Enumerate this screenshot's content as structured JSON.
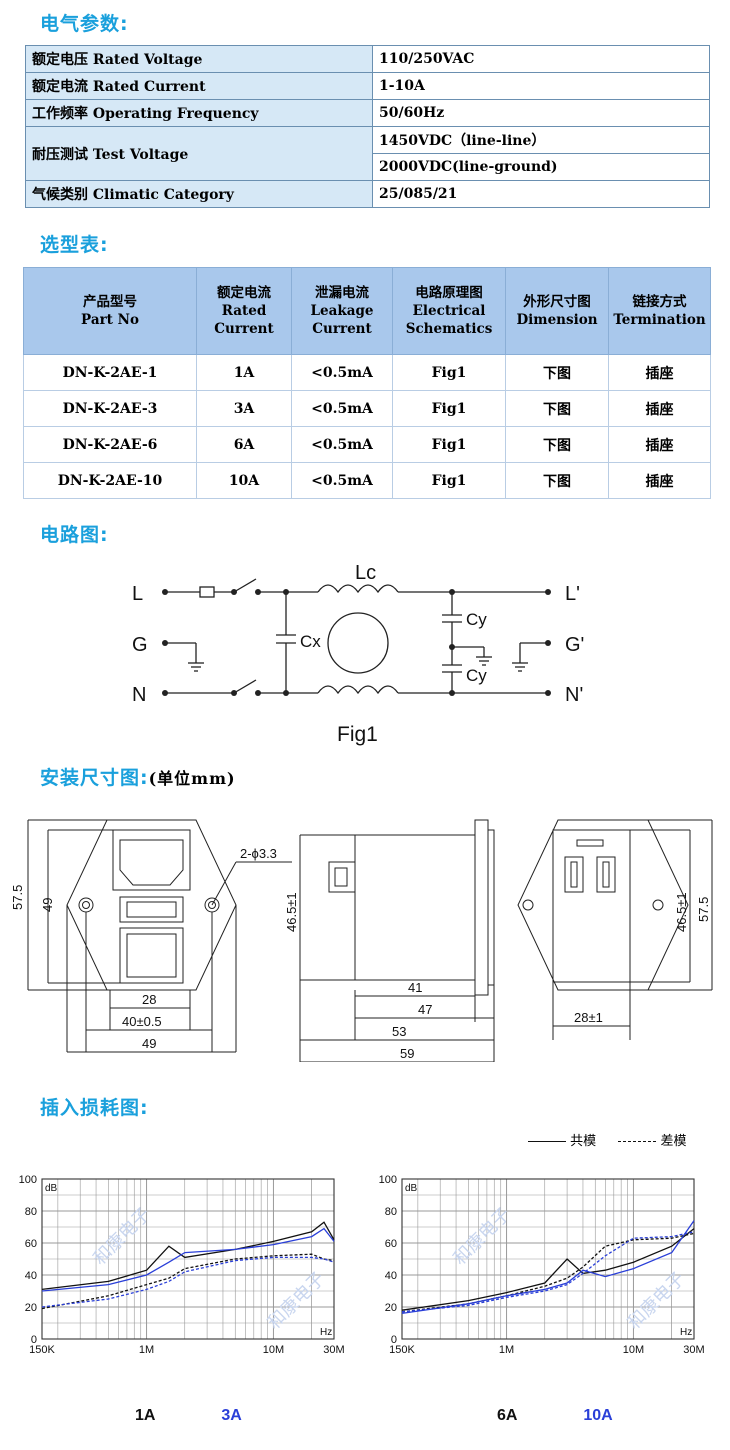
{
  "sections": {
    "params": "电气参数:",
    "selection": "选型表:",
    "circuit": "电路图:",
    "mounting": "安装尺寸图:",
    "mounting_unit": "(单位mm)",
    "insertion": "插入损耗图:"
  },
  "params": [
    {
      "label": "额定电压 Rated Voltage",
      "value": "110/250VAC"
    },
    {
      "label": "额定电流 Rated Current",
      "value": "1-10A"
    },
    {
      "label": "工作频率 Operating Frequency",
      "value": "50/60Hz"
    },
    {
      "label": "耐压测试 Test Voltage",
      "value": "1450VDC（line-line）",
      "value2": "2000VDC(line-ground)"
    },
    {
      "label": "气候类别 Climatic Category",
      "value": "25/085/21"
    }
  ],
  "selection_table": {
    "headers": [
      {
        "cn": "产品型号",
        "en1": "Part No",
        "en2": ""
      },
      {
        "cn": "额定电流",
        "en1": "Rated",
        "en2": "Current"
      },
      {
        "cn": "泄漏电流",
        "en1": "Leakage",
        "en2": "Current"
      },
      {
        "cn": "电路原理图",
        "en1": "Electrical",
        "en2": "Schematics"
      },
      {
        "cn": "外形尺寸图",
        "en1": "Dimension",
        "en2": ""
      },
      {
        "cn": "链接方式",
        "en1": "Termination",
        "en2": ""
      }
    ],
    "rows": [
      [
        "DN-K-2AE-1",
        "1A",
        "<0.5mA",
        "Fig1",
        "下图",
        "插座"
      ],
      [
        "DN-K-2AE-3",
        "3A",
        "<0.5mA",
        "Fig1",
        "下图",
        "插座"
      ],
      [
        "DN-K-2AE-6",
        "6A",
        "<0.5mA",
        "Fig1",
        "下图",
        "插座"
      ],
      [
        "DN-K-2AE-10",
        "10A",
        "<0.5mA",
        "Fig1",
        "下图",
        "插座"
      ]
    ]
  },
  "circuit": {
    "L": "L",
    "G": "G",
    "N": "N",
    "L2": "L'",
    "G2": "G'",
    "N2": "N'",
    "Lc": "Lc",
    "Cx": "Cx",
    "Cy1": "Cy",
    "Cy2": "Cy",
    "caption": "Fig1"
  },
  "dims": {
    "front": {
      "d575": "57.5",
      "d49v": "49",
      "hole": "2-ϕ3.3",
      "d28": "28",
      "d40": "40±0.5",
      "d49h": "49"
    },
    "side": {
      "d465": "46.5±1",
      "d41": "41",
      "d47": "47",
      "d53": "53",
      "d59": "59"
    },
    "back": {
      "d465": "46.5±1",
      "d575": "57.5",
      "d28": "28±1"
    }
  },
  "charts": {
    "legend_common": "共模",
    "legend_diff": "差模",
    "y_ticks": [
      "100",
      "80",
      "60",
      "40",
      "20",
      "0"
    ],
    "x_ticks": [
      "150K",
      "1M",
      "10M",
      "30M"
    ],
    "ylabel": "dB",
    "xlabel": "Hz",
    "watermark": "和康电子",
    "left_label_black": "1A",
    "left_label_blue": "3A",
    "right_label_black": "6A",
    "right_label_blue": "10A",
    "colors": {
      "black_series": "#111111",
      "blue_series": "#2a3fd8"
    }
  },
  "chart_data": [
    {
      "type": "line",
      "xlabel": "Hz",
      "ylabel": "dB",
      "xscale": "log",
      "xlim": [
        150000,
        30000000
      ],
      "ylim": [
        0,
        100
      ],
      "grid": true,
      "series": [
        {
          "name": "1A",
          "style": "solid",
          "x": [
            150000,
            500000,
            1000000,
            1500000,
            2000000,
            5000000,
            10000000,
            20000000,
            25000000,
            30000000
          ],
          "y": [
            31,
            36,
            43,
            58,
            51,
            56,
            61,
            67,
            73,
            62
          ]
        },
        {
          "name": "1A",
          "style": "dashed",
          "x": [
            150000,
            500000,
            1000000,
            1500000,
            2000000,
            5000000,
            10000000,
            20000000,
            25000000,
            30000000
          ],
          "y": [
            19,
            27,
            34,
            38,
            44,
            50,
            52,
            53,
            50,
            49
          ]
        },
        {
          "name": "3A",
          "style": "solid",
          "x": [
            150000,
            500000,
            1000000,
            1500000,
            2000000,
            5000000,
            10000000,
            20000000,
            25000000,
            30000000
          ],
          "y": [
            30,
            34,
            40,
            48,
            54,
            56,
            59,
            64,
            69,
            61
          ]
        },
        {
          "name": "3A",
          "style": "dashed",
          "x": [
            150000,
            500000,
            1000000,
            1500000,
            2000000,
            5000000,
            10000000,
            20000000,
            25000000,
            30000000
          ],
          "y": [
            20,
            25,
            31,
            36,
            42,
            49,
            51,
            51,
            50,
            48
          ]
        }
      ]
    },
    {
      "type": "line",
      "xlabel": "Hz",
      "ylabel": "dB",
      "xscale": "log",
      "xlim": [
        150000,
        30000000
      ],
      "ylim": [
        0,
        100
      ],
      "grid": true,
      "series": [
        {
          "name": "6A",
          "style": "solid",
          "x": [
            150000,
            500000,
            1000000,
            2000000,
            3000000,
            4000000,
            6000000,
            10000000,
            20000000,
            30000000
          ],
          "y": [
            18,
            24,
            29,
            35,
            50,
            41,
            43,
            48,
            58,
            69
          ]
        },
        {
          "name": "6A",
          "style": "dashed",
          "x": [
            150000,
            500000,
            1000000,
            2000000,
            3000000,
            4000000,
            6000000,
            10000000,
            20000000,
            30000000
          ],
          "y": [
            17,
            22,
            27,
            33,
            38,
            45,
            58,
            62,
            63,
            66
          ]
        },
        {
          "name": "10A",
          "style": "solid",
          "x": [
            150000,
            500000,
            1000000,
            2000000,
            3000000,
            4000000,
            6000000,
            10000000,
            20000000,
            30000000
          ],
          "y": [
            16,
            22,
            27,
            31,
            35,
            43,
            39,
            44,
            54,
            74
          ]
        },
        {
          "name": "10A",
          "style": "dashed",
          "x": [
            150000,
            500000,
            1000000,
            2000000,
            3000000,
            4000000,
            6000000,
            10000000,
            20000000,
            30000000
          ],
          "y": [
            17,
            21,
            26,
            30,
            34,
            41,
            52,
            63,
            64,
            67
          ]
        }
      ]
    }
  ]
}
